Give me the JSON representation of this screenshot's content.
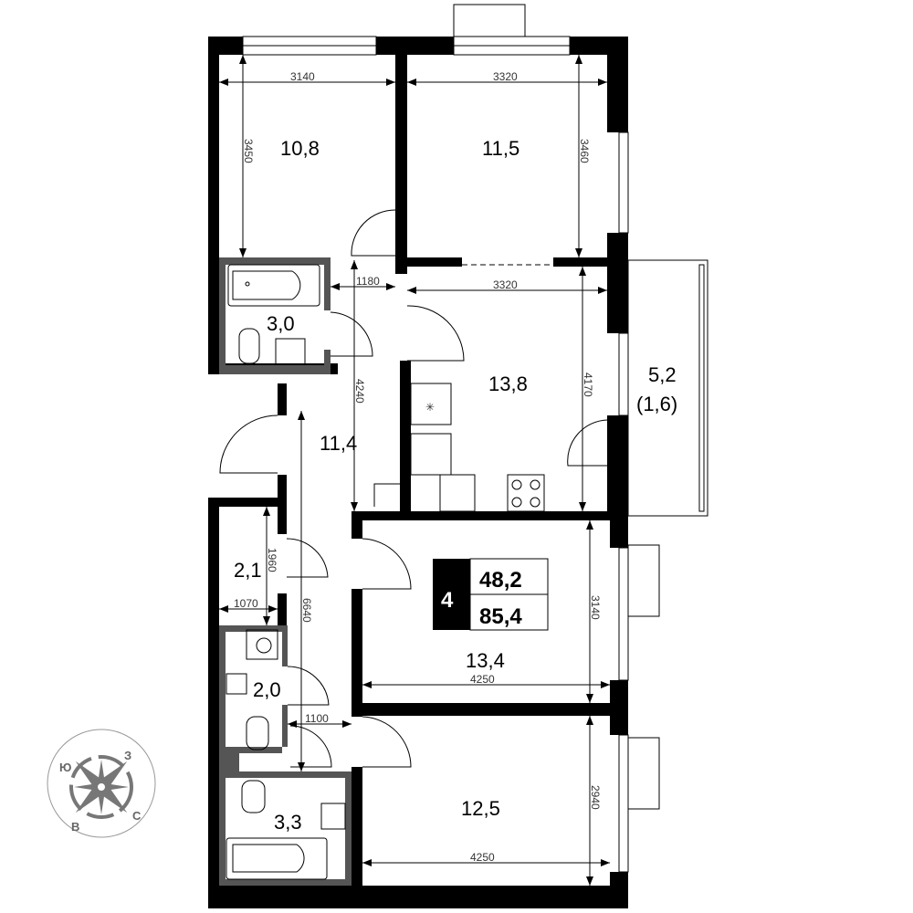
{
  "plan": {
    "rooms": 4,
    "living_area": "48,2",
    "total_area": "85,4",
    "room_areas": {
      "bedroom_nw": "10,8",
      "bedroom_n": "11,5",
      "bath_1": "3,0",
      "kitchen": "13,8",
      "balcony": "5,2",
      "balcony_reduced": "(1,6)",
      "hall": "11,4",
      "closet": "2,1",
      "wc": "2,0",
      "bedroom_e": "13,4",
      "bath_2": "3,3",
      "bedroom_se": "12,5"
    },
    "dimensions": {
      "d3140_top": "3140",
      "d3450": "3450",
      "d3320_top": "3320",
      "d3460": "3460",
      "d1180": "1180",
      "d3320_kitchen": "3320",
      "d4240": "4240",
      "d4170": "4170",
      "d1960": "1960",
      "d1070": "1070",
      "d6640": "6640",
      "d1100": "1100",
      "d3140_right": "3140",
      "d4250_a": "4250",
      "d2940": "2940",
      "d4250_b": "4250"
    }
  },
  "compass": {
    "south": "Ю",
    "west": "З",
    "east": "В",
    "north": "С"
  }
}
